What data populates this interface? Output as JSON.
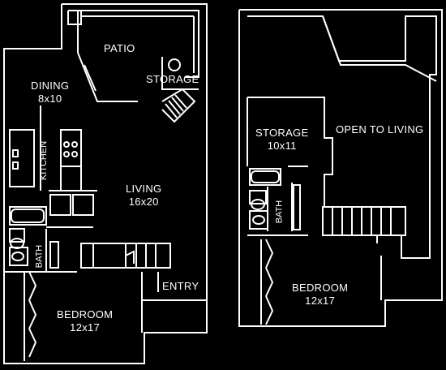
{
  "first_floor": {
    "patio": {
      "name": "PATIO"
    },
    "storage": {
      "name": "STORAGE"
    },
    "dining": {
      "name": "DINING",
      "size": "8x10"
    },
    "kitchen": {
      "name": "KITCHEN"
    },
    "living": {
      "name": "LIVING",
      "size": "16x20"
    },
    "bath": {
      "name": "BATH"
    },
    "entry": {
      "name": "ENTRY"
    },
    "bedroom": {
      "name": "BEDROOM",
      "size": "12x17"
    }
  },
  "second_floor": {
    "storage": {
      "name": "STORAGE",
      "size": "10x11"
    },
    "open_to_living": {
      "name": "OPEN TO LIVING"
    },
    "bath": {
      "name": "BATH"
    },
    "bedroom": {
      "name": "BEDROOM",
      "size": "12x17"
    }
  },
  "colors": {
    "background": "#000000",
    "wall": "#ffffff"
  }
}
